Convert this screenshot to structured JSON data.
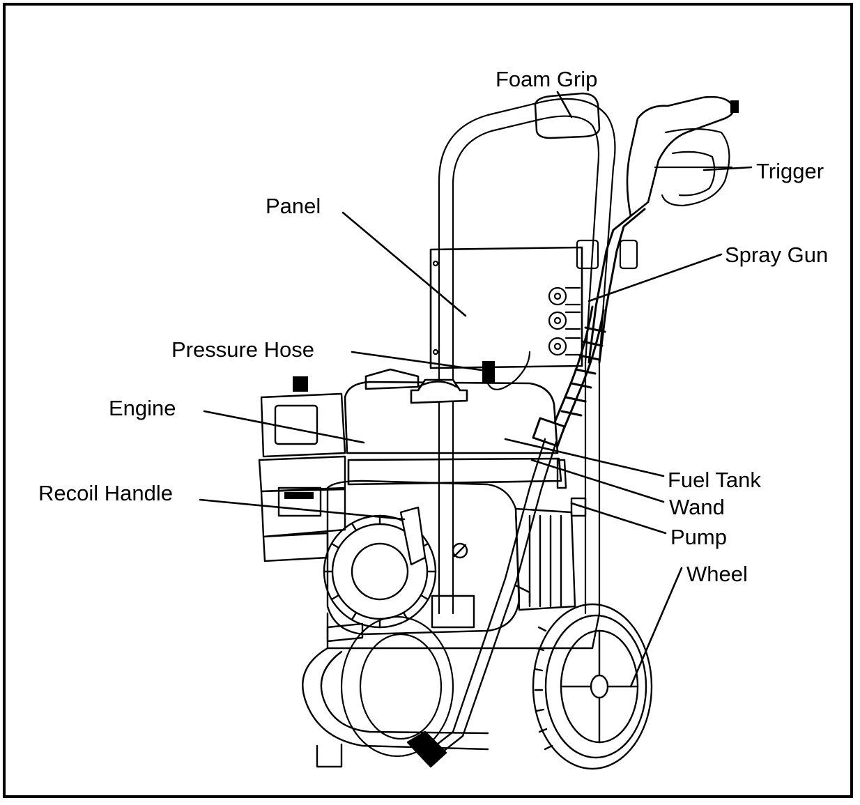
{
  "figure": {
    "labels": {
      "foam_grip": "Foam Grip",
      "trigger": "Trigger",
      "panel": "Panel",
      "spray_gun": "Spray Gun",
      "pressure_hose": "Pressure Hose",
      "engine": "Engine",
      "fuel_tank": "Fuel Tank",
      "recoil_handle": "Recoil Handle",
      "wand": "Wand",
      "pump": "Pump",
      "wheel": "Wheel"
    }
  }
}
